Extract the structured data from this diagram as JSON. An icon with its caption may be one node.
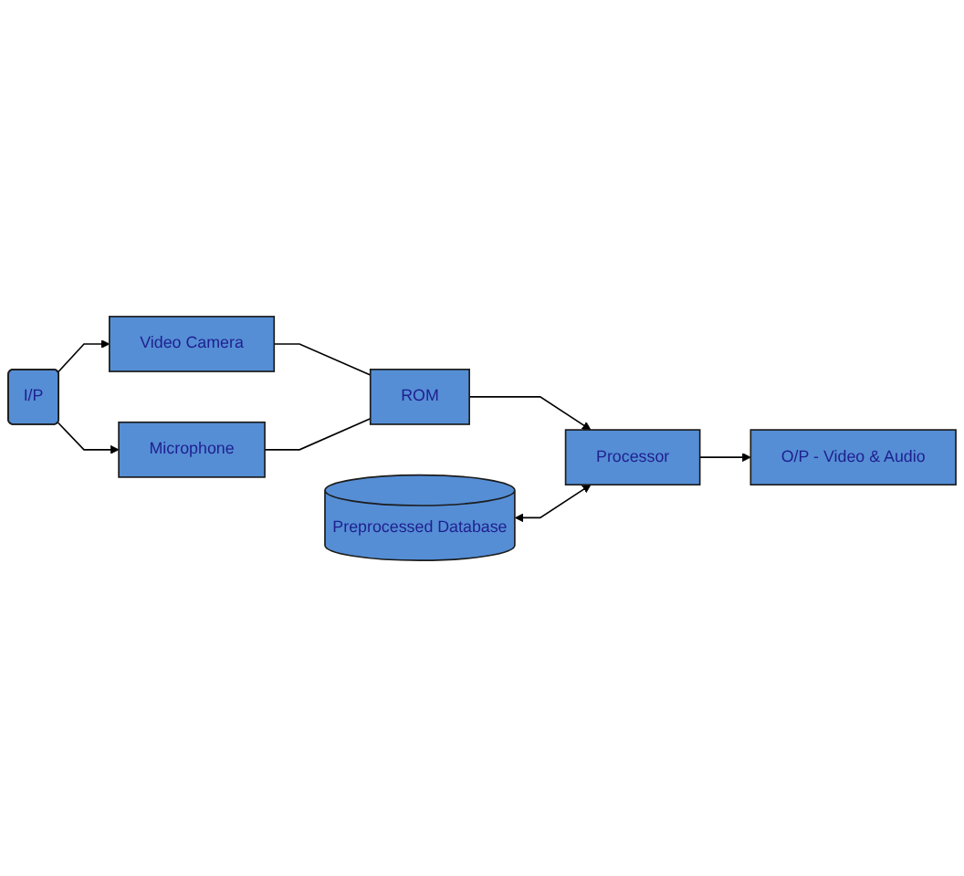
{
  "diagram": {
    "nodes": [
      {
        "text": [
          "I/P"
        ]
      },
      {
        "text": [
          "Video Camera"
        ]
      },
      {
        "text": [
          "Microphone"
        ]
      },
      {
        "text": [
          "ROM"
        ]
      },
      {
        "text": [
          "Processor"
        ]
      },
      {
        "text": [
          "Preprocessed Database"
        ]
      },
      {
        "text": [
          "O/P - Video & Audio"
        ]
      }
    ],
    "edges": [
      {
        "from": 0,
        "to": 1,
        "arrow": "to"
      },
      {
        "from": 0,
        "to": 2,
        "arrow": "to"
      },
      {
        "from": 1,
        "to": 3,
        "arrow": "none"
      },
      {
        "from": 2,
        "to": 3,
        "arrow": "none"
      },
      {
        "from": 3,
        "to": 4,
        "arrow": "to"
      },
      {
        "from": 5,
        "to": 4,
        "arrow": "both"
      },
      {
        "from": 4,
        "to": 6,
        "arrow": "to"
      }
    ]
  }
}
